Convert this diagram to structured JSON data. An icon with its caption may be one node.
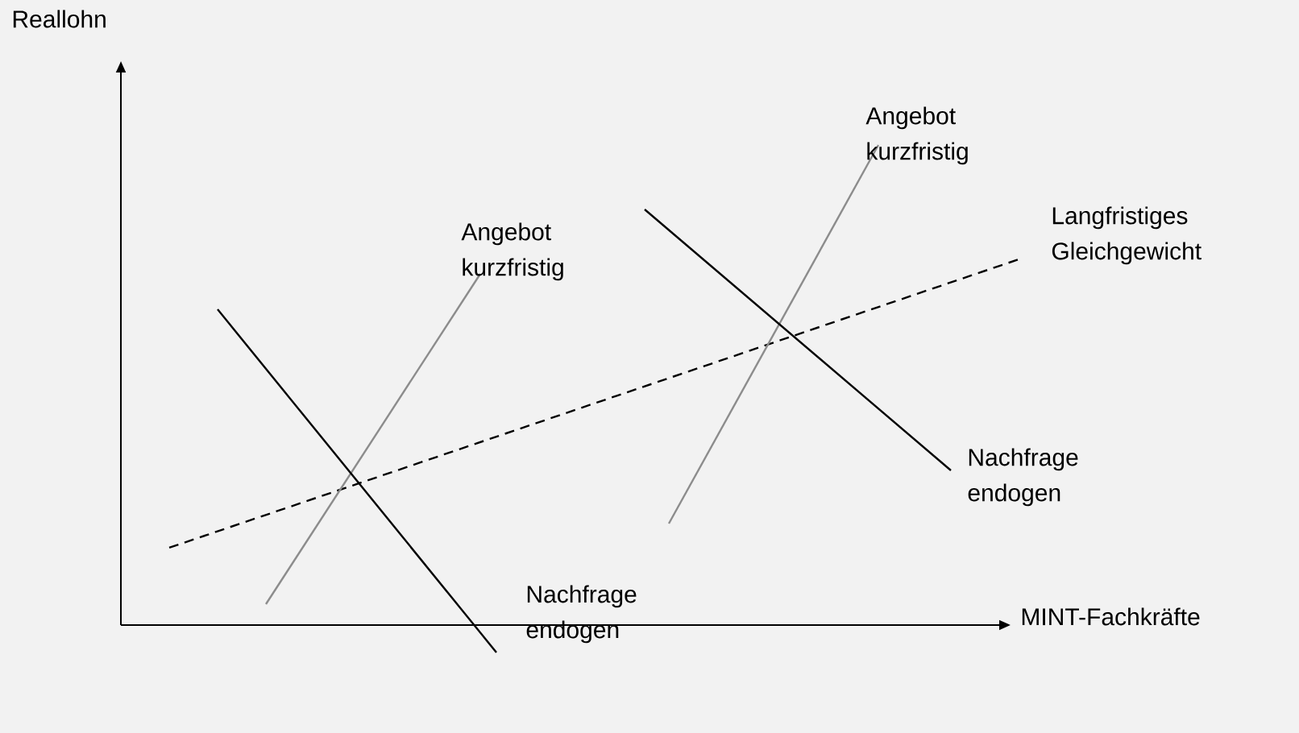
{
  "diagram": {
    "labels": [
      "Reallohn",
      "Angebot kurzfristig",
      "Angebot kurzfristig",
      "Langfristiges Gleichgewicht",
      "Nachfrage endogen",
      "Nachfrage endogen",
      "MINT-Fachkräfte"
    ]
  }
}
